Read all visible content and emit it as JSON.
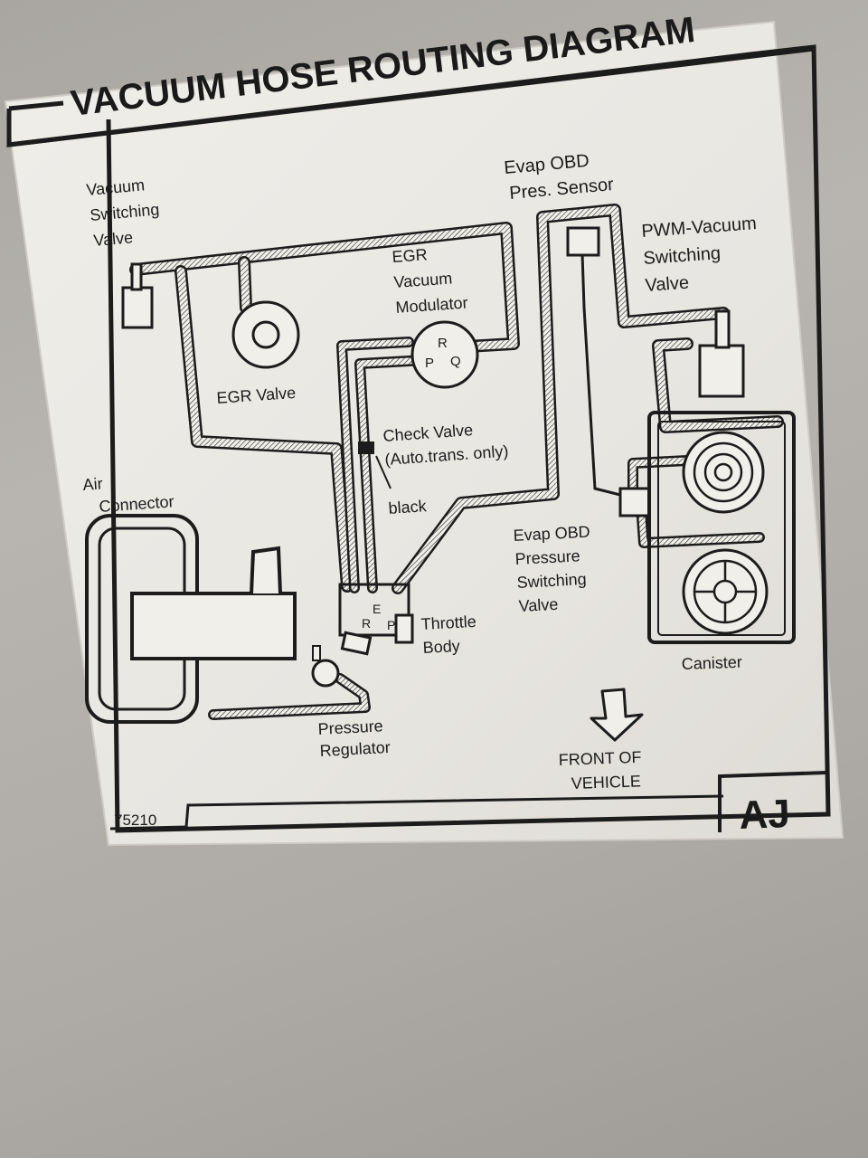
{
  "diagram": {
    "title": "VACUUM HOSE ROUTING DIAGRAM",
    "part_number": "75210",
    "code": "AJ"
  },
  "labels": {
    "vsv": [
      "Vacuum",
      "Switching",
      "Valve"
    ],
    "egr_valve": "EGR Valve",
    "egr_modulator": [
      "EGR",
      "Vacuum",
      "Modulator"
    ],
    "port_p": "P",
    "port_q": "Q",
    "port_r": "R",
    "check_valve": [
      "Check Valve",
      "(Auto.trans. only)"
    ],
    "black": "black",
    "air_connector": [
      "Air",
      "Connector"
    ],
    "tb_ports": [
      "E",
      "R",
      "P"
    ],
    "throttle_body": [
      "Throttle",
      "Body"
    ],
    "pressure_regulator": [
      "Pressure",
      "Regulator"
    ],
    "evap_obd_sensor": [
      "Evap OBD",
      "Pres. Sensor"
    ],
    "pwm_vsv": [
      "PWM-Vacuum",
      "Switching",
      "Valve"
    ],
    "evap_obd_psv": [
      "Evap OBD",
      "Pressure",
      "Switching",
      "Valve"
    ],
    "canister": "Canister",
    "front_of_vehicle": [
      "FRONT OF",
      "VEHICLE"
    ]
  },
  "colors": {
    "paper": "#ebe9e4",
    "ink": "#1c1c1c",
    "background": "#b3afaa"
  }
}
